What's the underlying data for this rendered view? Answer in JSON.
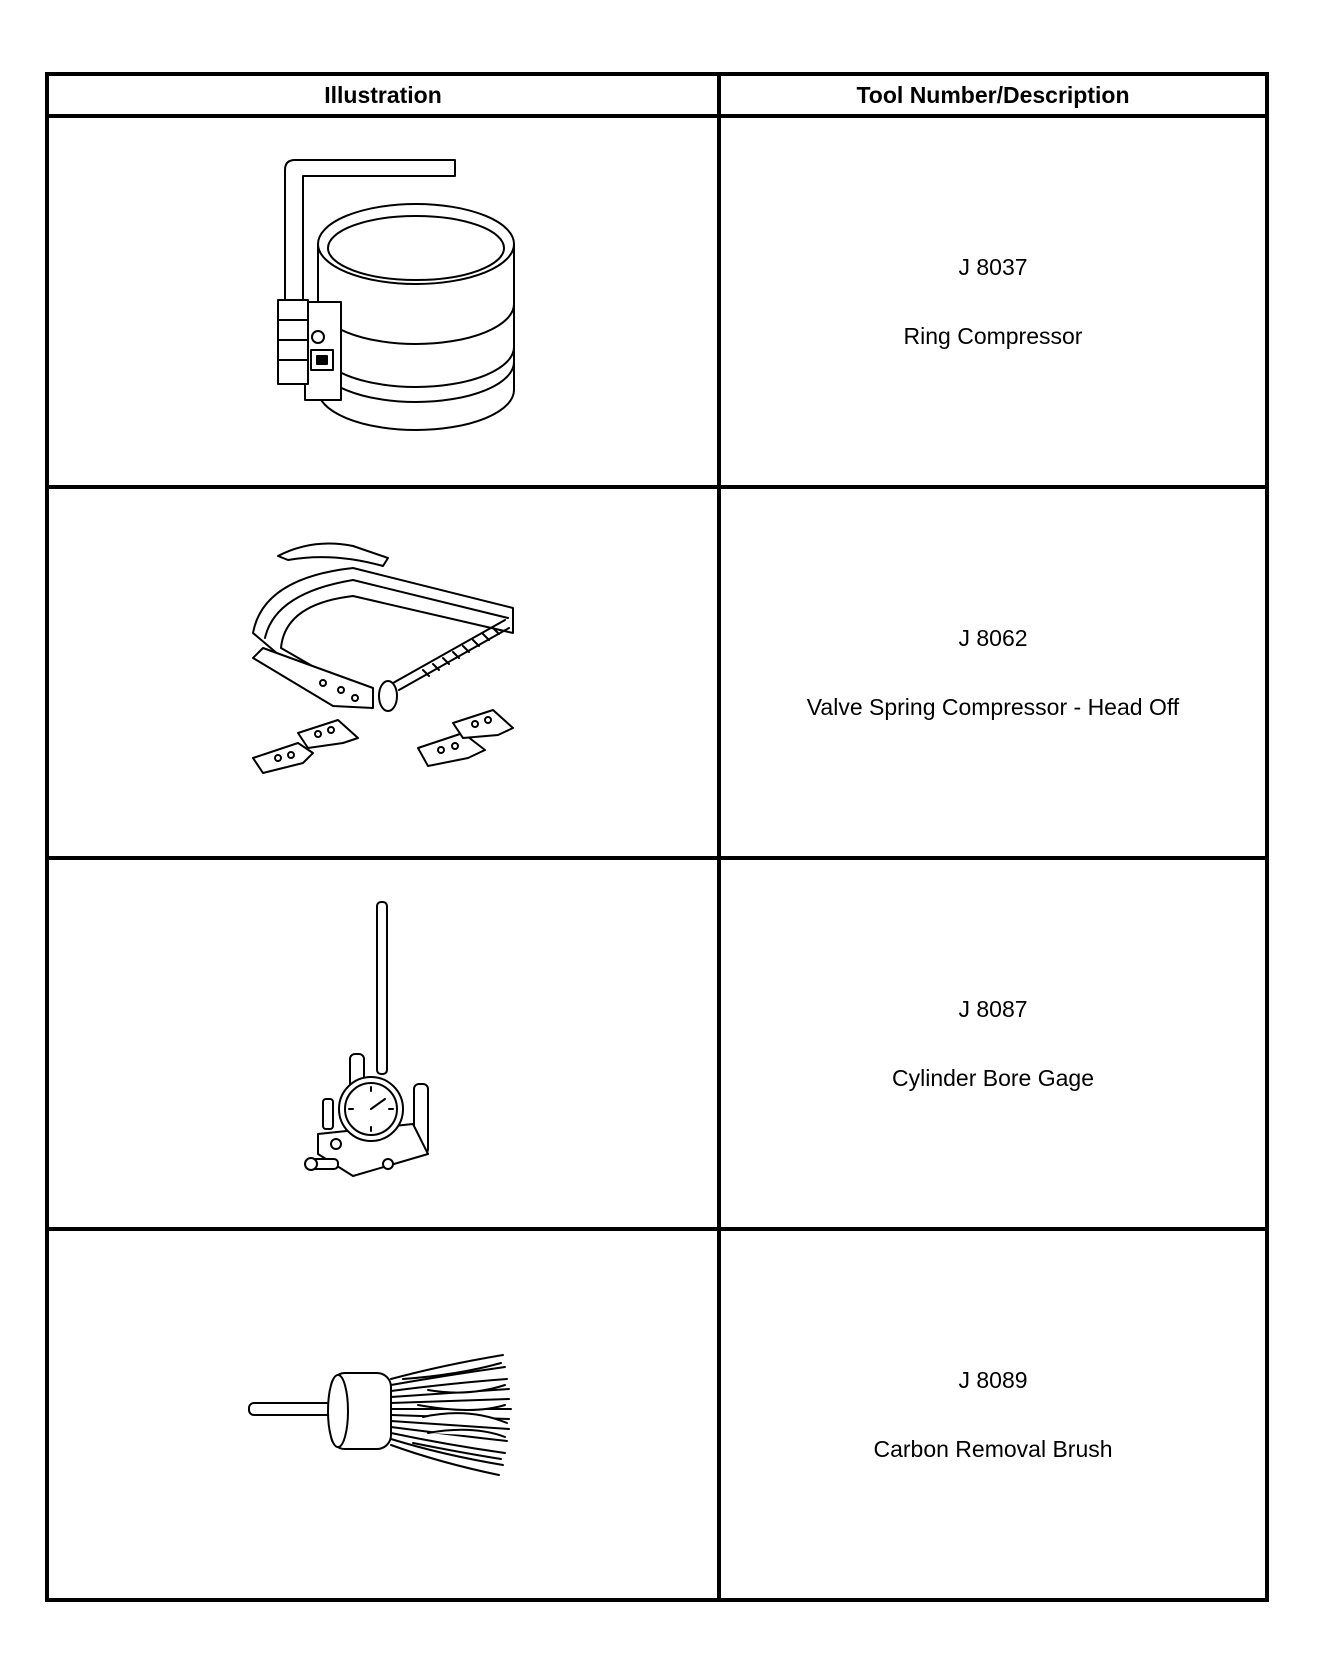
{
  "table": {
    "headers": [
      "Illustration",
      "Tool Number/Description"
    ],
    "rows": [
      {
        "tool_number": "J 8037",
        "description": "Ring Compressor",
        "illustration_icon": "ring-compressor-icon"
      },
      {
        "tool_number": "J 8062",
        "description": "Valve Spring Compressor - Head Off",
        "illustration_icon": "valve-spring-compressor-icon"
      },
      {
        "tool_number": "J 8087",
        "description": "Cylinder Bore Gage",
        "illustration_icon": "cylinder-bore-gage-icon"
      },
      {
        "tool_number": "J 8089",
        "description": "Carbon Removal Brush",
        "illustration_icon": "carbon-removal-brush-icon"
      }
    ]
  }
}
